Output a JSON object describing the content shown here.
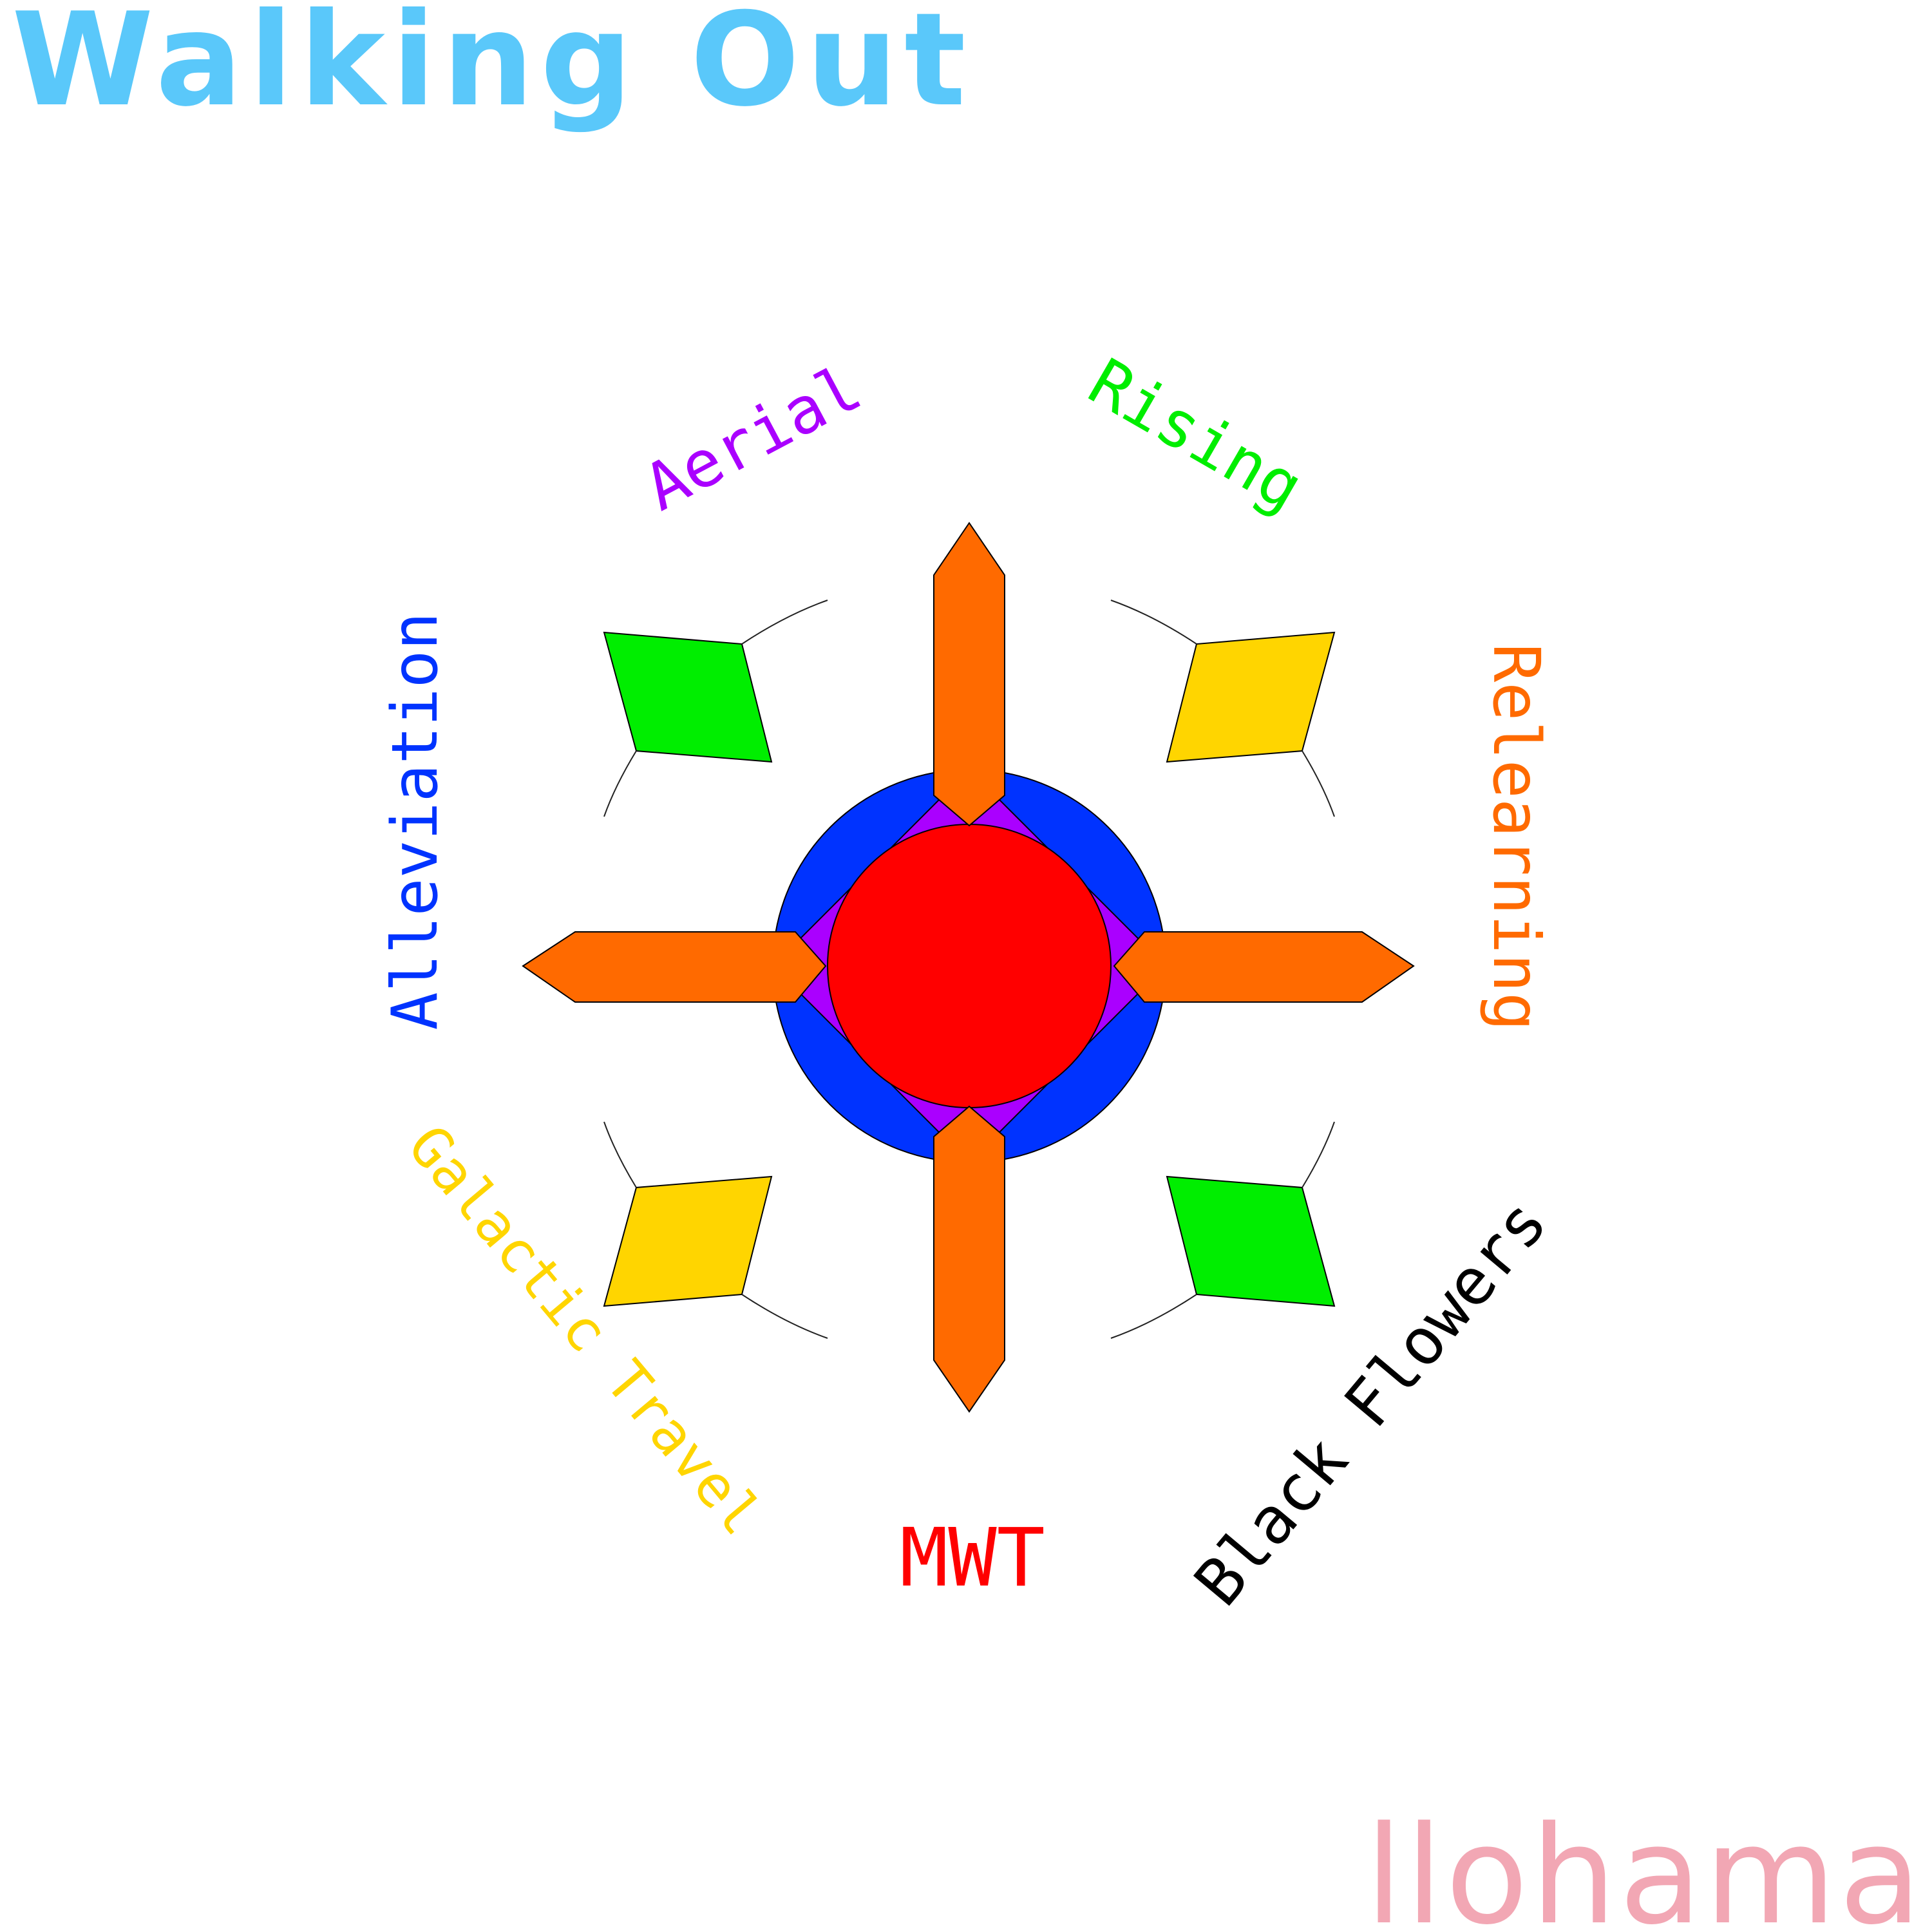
{
  "cover": {
    "title": "Walking Out",
    "artist": "llohama",
    "title_color": "#5AC8FA",
    "artist_color": "#F2A7B4"
  },
  "tracks": [
    {
      "name": "MWT",
      "color": "#FF0000"
    },
    {
      "name": "Galactic Travel",
      "color": "#FFD500"
    },
    {
      "name": "Alleviation",
      "color": "#0033FF"
    },
    {
      "name": "Aerial",
      "color": "#AA00FF"
    },
    {
      "name": "Rising",
      "color": "#00EE00"
    },
    {
      "name": "Relearning",
      "color": "#FF6A00"
    },
    {
      "name": "Black Flowers",
      "color": "#000000"
    }
  ],
  "emblem_colors": {
    "core": "#FF0000",
    "ring": "#0033FF",
    "diamond": "#AA00FF",
    "arrows": "#FF6A00",
    "kite_green": "#00EE00",
    "kite_yellow": "#FFD500"
  }
}
